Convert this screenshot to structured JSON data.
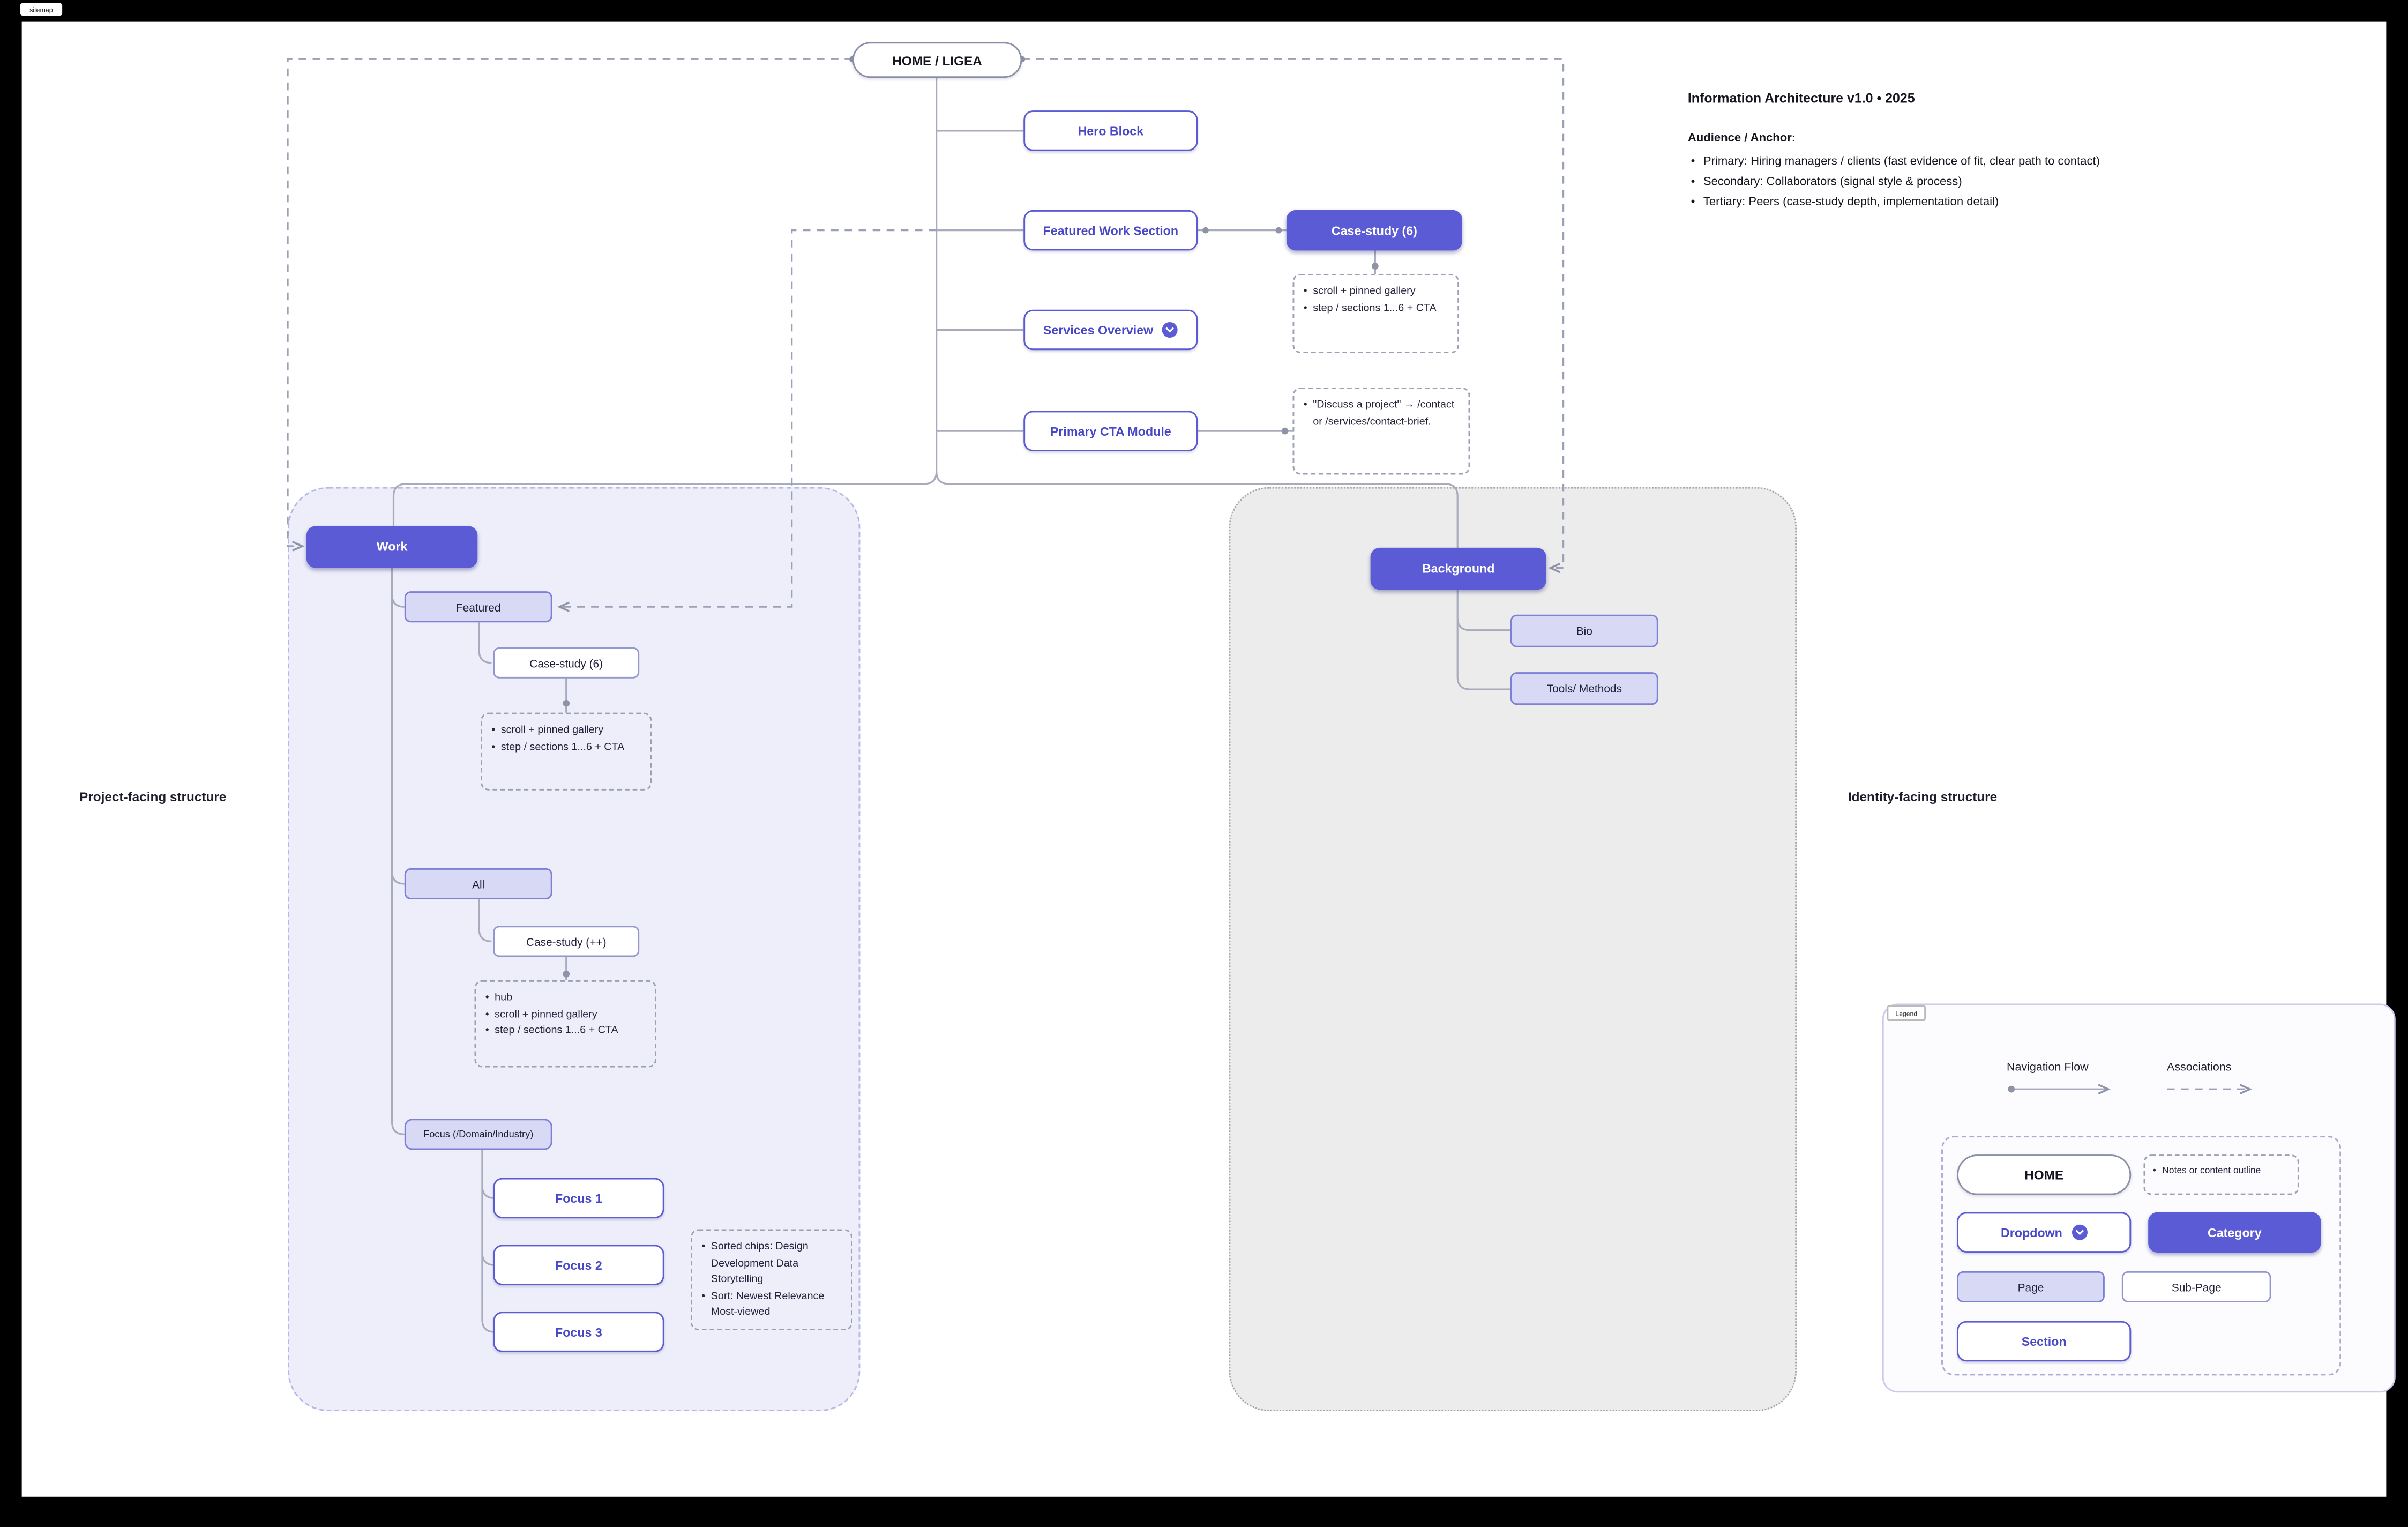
{
  "meta": {
    "tab_label": "sitemap",
    "accent_color": "#5b5bd6",
    "lavender_color": "#d8daf5",
    "project_container_color": "#edeefa",
    "identity_container_color": "#ececec"
  },
  "home": {
    "label": "HOME / LIGEA"
  },
  "top_nodes": {
    "hero": "Hero Block",
    "featured_work": "Featured Work Section",
    "services": "Services Overview",
    "primary_cta": "Primary CTA Module",
    "case_study": "Case-study (6)"
  },
  "top_notes": {
    "case_study_note": [
      "scroll + pinned gallery",
      "step / sections 1...6 + CTA"
    ],
    "cta_note": [
      "\"Discuss a project\" → /contact or /services/contact-brief."
    ]
  },
  "info": {
    "title": "Information Architecture v1.0 • 2025",
    "subtitle": "Audience / Anchor:",
    "bullets": [
      "Primary: Hiring managers / clients (fast evidence of fit, clear path to contact)",
      "Secondary: Collaborators (signal style & process)",
      "Tertiary: Peers (case-study depth, implementation detail)"
    ]
  },
  "project": {
    "section_label": "Project-facing structure",
    "root": "Work",
    "featured": {
      "label": "Featured",
      "child": "Case-study (6)",
      "note": [
        "scroll + pinned gallery",
        "step / sections 1...6 + CTA"
      ]
    },
    "all": {
      "label": "All",
      "child": "Case-study (++)",
      "note": [
        "hub",
        "scroll + pinned gallery",
        "step / sections 1...6 + CTA"
      ]
    },
    "focus": {
      "label": "Focus (/Domain/Industry)",
      "children": [
        "Focus 1",
        "Focus 2",
        "Focus 3"
      ],
      "note": [
        "Sorted chips: Design Development Data Storytelling",
        "Sort: Newest Relevance Most-viewed"
      ]
    }
  },
  "identity": {
    "section_label": "Identity-facing structure",
    "root": "Background",
    "children": [
      "Bio",
      "Tools/ Methods"
    ]
  },
  "legend": {
    "tag": "Legend",
    "nav_flow": "Navigation Flow",
    "associations": "Associations",
    "home": "HOME",
    "note": "Notes or content outline",
    "dropdown": "Dropdown",
    "category": "Category",
    "page": "Page",
    "subpage": "Sub-Page",
    "section": "Section"
  }
}
